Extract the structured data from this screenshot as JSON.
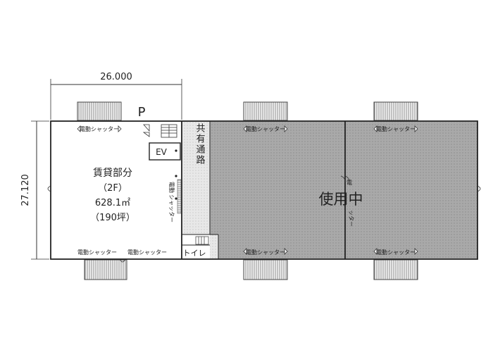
{
  "dimensions": {
    "width_label": "26.000",
    "height_label": "27.120"
  },
  "parking_label": "P",
  "elevator_label": "EV",
  "corridor_label": "共有通路",
  "toilet_label": "トイレ",
  "shutter_label": "電動シャッター",
  "shutter_label_vertical_1": "電動",
  "shutter_label_vertical_2": "シャッター",
  "partial_shutter_top": "電",
  "partial_shutter_bottom": "ッター",
  "rental_unit": {
    "name": "賃貸部分",
    "floor": "（2F）",
    "area": "628.1㎡",
    "tsubo": "（190坪）"
  },
  "occupied_label": "使用中",
  "colors": {
    "line": "#222222",
    "occupied_fill": "#a8a8a8",
    "corridor_fill": "#e3e3e3"
  }
}
